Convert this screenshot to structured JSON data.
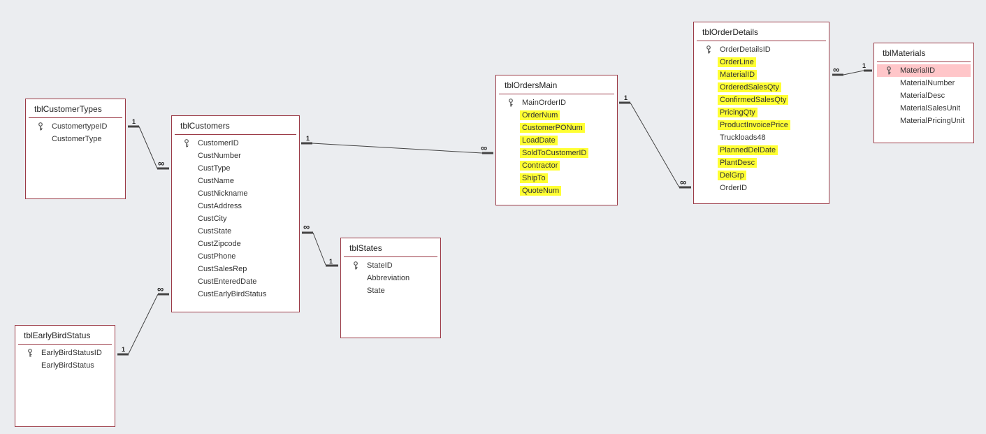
{
  "tables": {
    "customer_types": {
      "title": "tblCustomerTypes",
      "fields": [
        {
          "name": "CustomertypeID",
          "key": true
        },
        {
          "name": "CustomerType"
        }
      ]
    },
    "customers": {
      "title": "tblCustomers",
      "fields": [
        {
          "name": "CustomerID",
          "key": true
        },
        {
          "name": "CustNumber"
        },
        {
          "name": "CustType"
        },
        {
          "name": "CustName"
        },
        {
          "name": "CustNickname"
        },
        {
          "name": "CustAddress"
        },
        {
          "name": "CustCity"
        },
        {
          "name": "CustState"
        },
        {
          "name": "CustZipcode"
        },
        {
          "name": "CustPhone"
        },
        {
          "name": "CustSalesRep"
        },
        {
          "name": "CustEnteredDate"
        },
        {
          "name": "CustEarlyBirdStatus"
        }
      ]
    },
    "early_bird_status": {
      "title": "tblEarlyBirdStatus",
      "fields": [
        {
          "name": "EarlyBirdStatusID",
          "key": true
        },
        {
          "name": "EarlyBirdStatus"
        }
      ]
    },
    "states": {
      "title": "tblStates",
      "fields": [
        {
          "name": "StateID",
          "key": true
        },
        {
          "name": "Abbreviation"
        },
        {
          "name": "State"
        }
      ]
    },
    "orders_main": {
      "title": "tblOrdersMain",
      "fields": [
        {
          "name": "MainOrderID",
          "key": true
        },
        {
          "name": "OrderNum",
          "highlight": true
        },
        {
          "name": "CustomerPONum",
          "highlight": true
        },
        {
          "name": "LoadDate",
          "highlight": true
        },
        {
          "name": "SoldToCustomerID",
          "highlight": true
        },
        {
          "name": "Contractor",
          "highlight": true
        },
        {
          "name": "ShipTo",
          "highlight": true
        },
        {
          "name": "QuoteNum",
          "highlight": true
        }
      ]
    },
    "order_details": {
      "title": "tblOrderDetails",
      "fields": [
        {
          "name": "OrderDetailsID",
          "key": true
        },
        {
          "name": "OrderLine",
          "highlight": true
        },
        {
          "name": "MaterialID",
          "highlight": true
        },
        {
          "name": "OrderedSalesQty",
          "highlight": true
        },
        {
          "name": "ConfirmedSalesQty",
          "highlight": true
        },
        {
          "name": "PricingQty",
          "highlight": true
        },
        {
          "name": "ProductInvoicePrice",
          "highlight": true
        },
        {
          "name": "Truckloads48"
        },
        {
          "name": "PlannedDelDate",
          "highlight": true
        },
        {
          "name": "PlantDesc",
          "highlight": true
        },
        {
          "name": "DelGrp",
          "highlight": true
        },
        {
          "name": "OrderID"
        }
      ]
    },
    "materials": {
      "title": "tblMaterials",
      "fields": [
        {
          "name": "MaterialID",
          "key": true,
          "selected": true
        },
        {
          "name": "MaterialNumber"
        },
        {
          "name": "MaterialDesc"
        },
        {
          "name": "MaterialSalesUnit"
        },
        {
          "name": "MaterialPricingUnit"
        }
      ]
    }
  },
  "relationship_labels": {
    "one": "1",
    "many": "∞"
  },
  "colors": {
    "table_border": "#9b3a46",
    "highlight": "#ffff33",
    "selected_row": "#ffc6c9",
    "background": "#ebedf0",
    "line": "#444444"
  }
}
